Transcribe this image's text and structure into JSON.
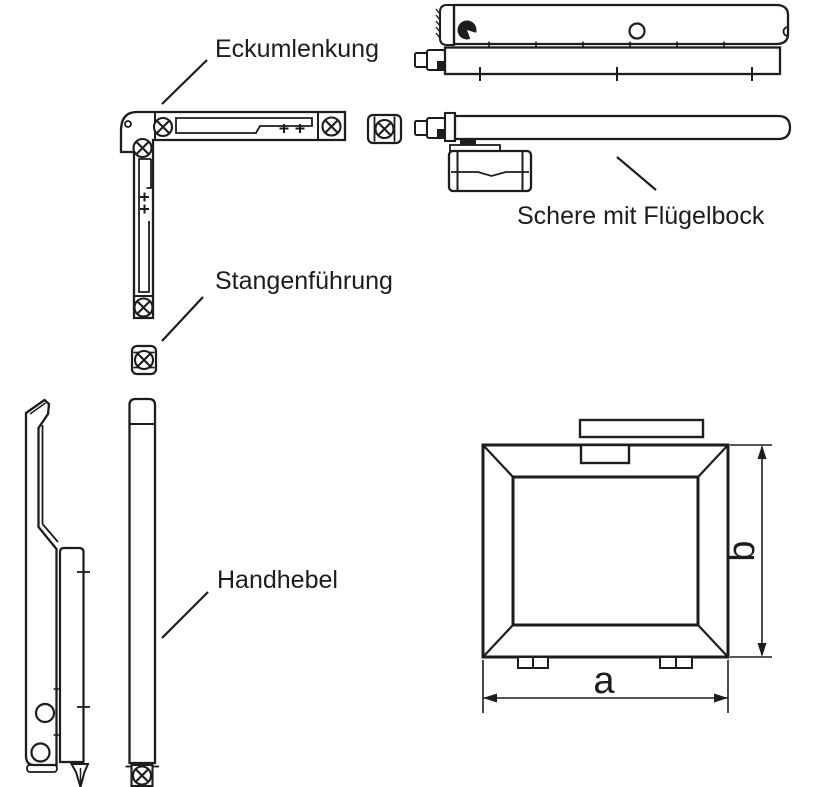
{
  "diagram": {
    "type": "technical-exploded-view-window-hardware",
    "background": "#ffffff",
    "line_color": "#1d1d1b",
    "labels": {
      "eckumlenkung": "Eckumlenkung",
      "schere_mit_fluegelbock": "Schere mit Flügelbock",
      "stangenfuehrung": "Stangenführung",
      "handhebel": "Handhebel"
    },
    "dimensions": {
      "width_label": "a",
      "height_label": "b"
    },
    "icons": {
      "screw_icon": "⊗",
      "plus_mark": "+"
    }
  }
}
